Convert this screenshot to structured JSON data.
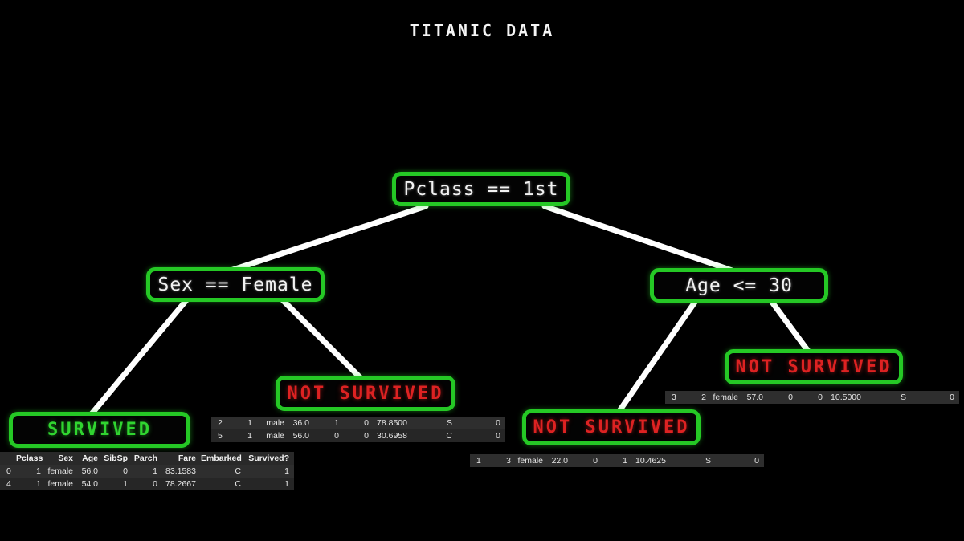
{
  "title": "TITANIC DATA",
  "colors": {
    "background": "#000000",
    "node_border_green": "#25c825",
    "condition_text": "#f2f2f2",
    "survived_text": "#30d530",
    "not_survived_text": "#dd2222",
    "edge_line": "#ffffff",
    "table_row_light": "#2e2e2e",
    "table_row_dark": "#262626"
  },
  "tree": {
    "root": {
      "label": "Pclass == 1st"
    },
    "branch_left": {
      "label": "Sex == Female"
    },
    "branch_right": {
      "label": "Age <= 30"
    },
    "leaf_survived": {
      "label": "SURVIVED"
    },
    "leaf_not_survived_mid": {
      "label": "NOT SURVIVED"
    },
    "leaf_not_survived_low": {
      "label": "NOT SURVIVED"
    },
    "leaf_not_survived_high": {
      "label": "NOT SURVIVED"
    }
  },
  "tables": {
    "columns": [
      "",
      "Pclass",
      "Sex",
      "Age",
      "SibSp",
      "Parch",
      "Fare",
      "Embarked",
      "Survived?"
    ],
    "survived": {
      "show_header": true,
      "rows": [
        [
          "0",
          "1",
          "female",
          "56.0",
          "0",
          "1",
          "83.1583",
          "C",
          "1"
        ],
        [
          "4",
          "1",
          "female",
          "54.0",
          "1",
          "0",
          "78.2667",
          "C",
          "1"
        ]
      ]
    },
    "not_survived_mid": {
      "show_header": false,
      "rows": [
        [
          "2",
          "1",
          "male",
          "36.0",
          "1",
          "0",
          "78.8500",
          "S",
          "0"
        ],
        [
          "5",
          "1",
          "male",
          "56.0",
          "0",
          "0",
          "30.6958",
          "C",
          "0"
        ]
      ]
    },
    "not_survived_low": {
      "show_header": false,
      "rows": [
        [
          "1",
          "3",
          "female",
          "22.0",
          "0",
          "1",
          "10.4625",
          "S",
          "0"
        ]
      ]
    },
    "not_survived_high": {
      "show_header": false,
      "rows": [
        [
          "3",
          "2",
          "female",
          "57.0",
          "0",
          "0",
          "10.5000",
          "S",
          "0"
        ]
      ]
    }
  }
}
